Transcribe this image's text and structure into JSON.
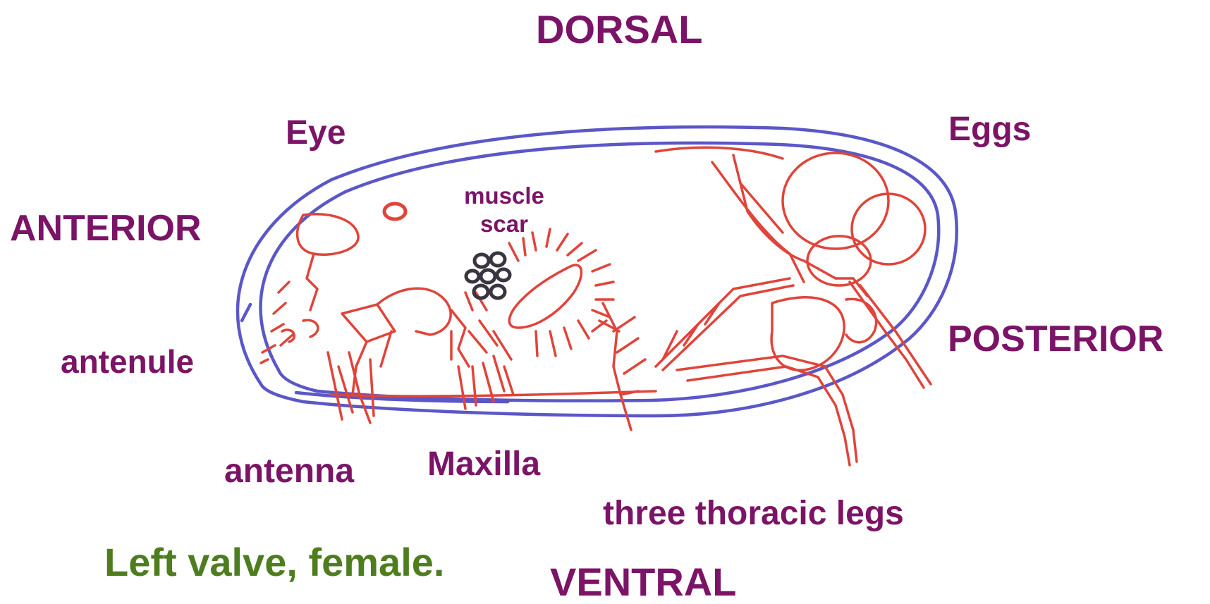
{
  "labels": {
    "dorsal": "DORSAL",
    "ventral": "VENTRAL",
    "anterior": "ANTERIOR",
    "posterior": "POSTERIOR",
    "eye": "Eye",
    "eggs": "Eggs",
    "muscle_scar": "muscle scar",
    "antenule": "antenule",
    "antenna": "antenna",
    "maxilla": "Maxilla",
    "thoracic_legs": "three thoracic legs"
  },
  "caption": "Left valve, female.",
  "colors": {
    "label": "#7b1467",
    "caption": "#4e7d1f",
    "shell": "#5b57c8",
    "body": "#e0443a",
    "muscle_scar": "#3a3440"
  }
}
